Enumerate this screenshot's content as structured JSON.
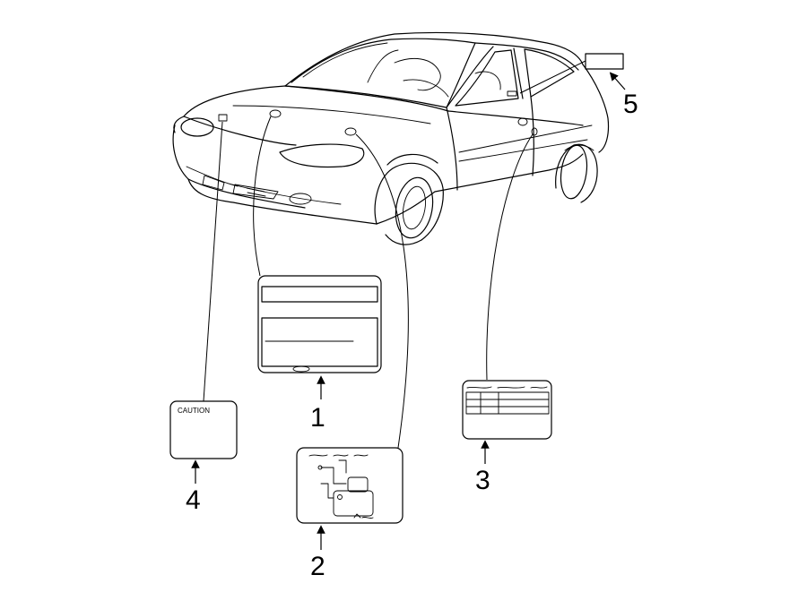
{
  "callouts": {
    "c1": "1",
    "c2": "2",
    "c3": "3",
    "c4": "4",
    "c5": "5"
  },
  "labels": {
    "caution_text": "CAUTION"
  }
}
